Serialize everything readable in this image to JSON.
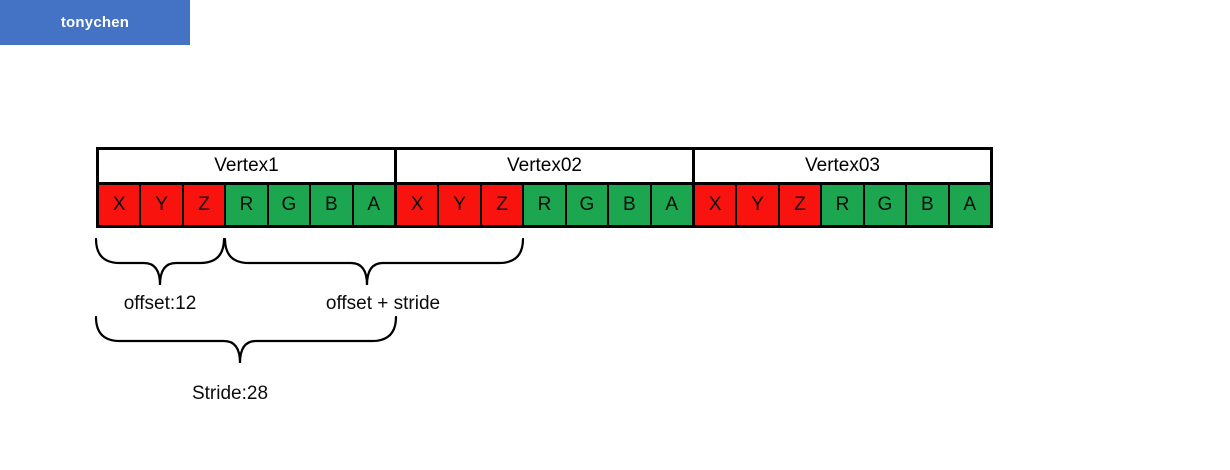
{
  "banner": {
    "label": "tonychen"
  },
  "colors": {
    "banner_bg": "#4472C4",
    "position_cell": "#F8130E",
    "color_cell": "#1BA64F",
    "border": "#000000"
  },
  "diagram": {
    "vertices": [
      {
        "name": "Vertex1",
        "cells": [
          {
            "label": "X",
            "kind": "position"
          },
          {
            "label": "Y",
            "kind": "position"
          },
          {
            "label": "Z",
            "kind": "position"
          },
          {
            "label": "R",
            "kind": "color"
          },
          {
            "label": "G",
            "kind": "color"
          },
          {
            "label": "B",
            "kind": "color"
          },
          {
            "label": "A",
            "kind": "color"
          }
        ]
      },
      {
        "name": "Vertex02",
        "cells": [
          {
            "label": "X",
            "kind": "position"
          },
          {
            "label": "Y",
            "kind": "position"
          },
          {
            "label": "Z",
            "kind": "position"
          },
          {
            "label": "R",
            "kind": "color"
          },
          {
            "label": "G",
            "kind": "color"
          },
          {
            "label": "B",
            "kind": "color"
          },
          {
            "label": "A",
            "kind": "color"
          }
        ]
      },
      {
        "name": "Vertex03",
        "cells": [
          {
            "label": "X",
            "kind": "position"
          },
          {
            "label": "Y",
            "kind": "position"
          },
          {
            "label": "Z",
            "kind": "position"
          },
          {
            "label": "R",
            "kind": "color"
          },
          {
            "label": "G",
            "kind": "color"
          },
          {
            "label": "B",
            "kind": "color"
          },
          {
            "label": "A",
            "kind": "color"
          }
        ]
      }
    ]
  },
  "annotations": {
    "offset_label": "offset:12",
    "offset_stride_label": "offset + stride",
    "stride_label": "Stride:28"
  }
}
